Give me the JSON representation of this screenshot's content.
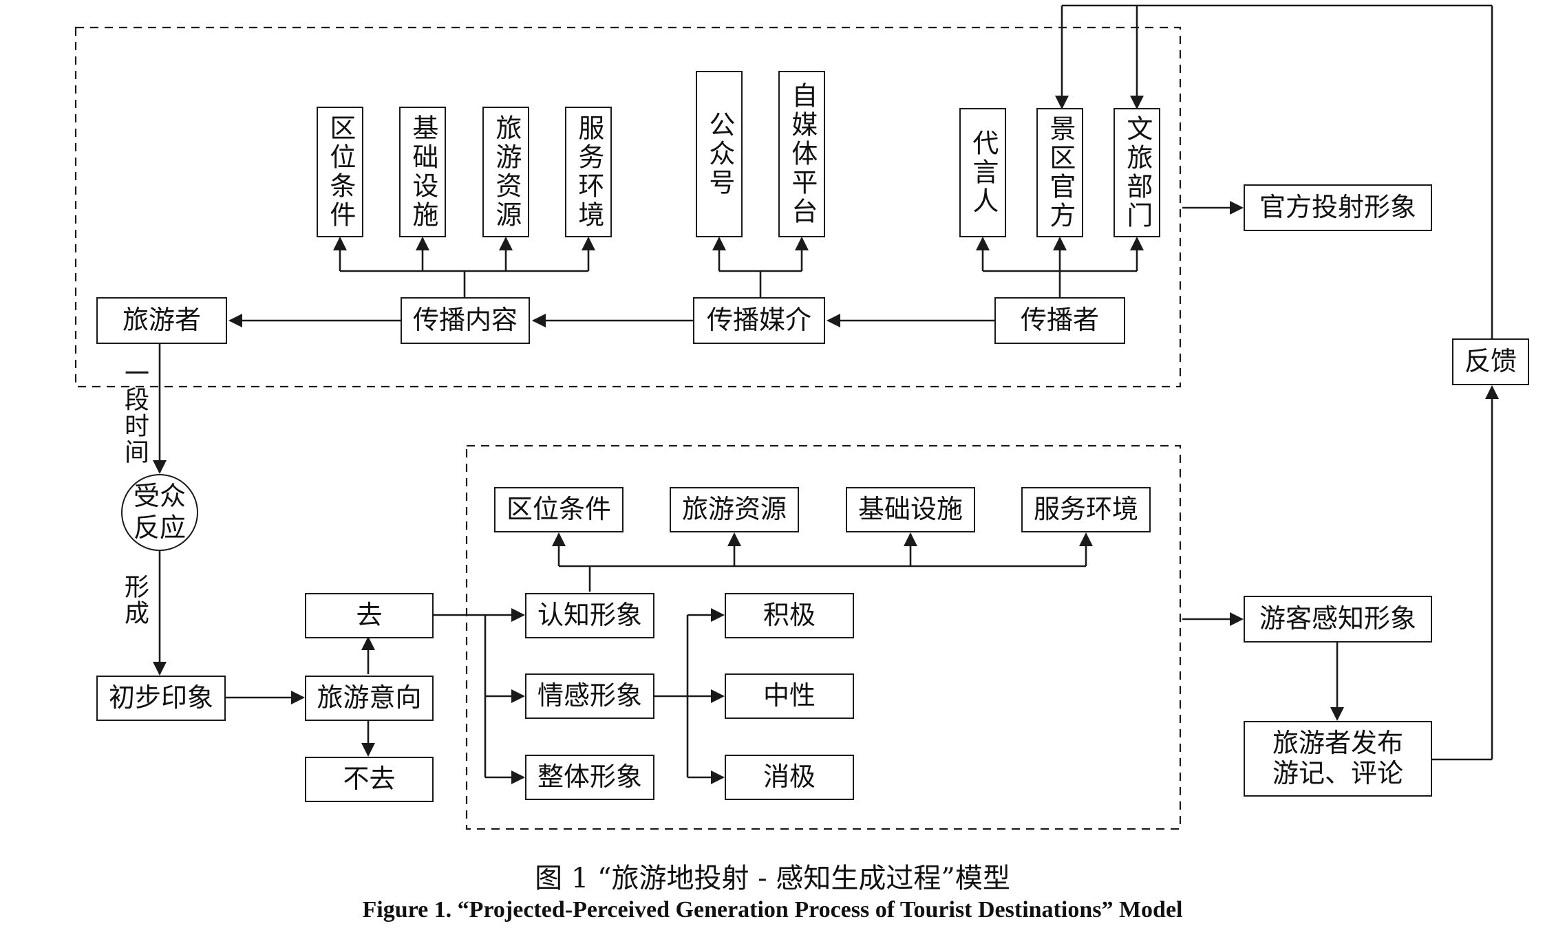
{
  "top": {
    "propagation_content_items": [
      "区位条件",
      "基础设施",
      "旅游资源",
      "服务环境"
    ],
    "media_items": [
      "公众号",
      "自媒体平台"
    ],
    "communicator_items": [
      "代言人",
      "景区官方",
      "文旅部门"
    ],
    "tourist": "旅游者",
    "propagation_content": "传播内容",
    "propagation_media": "传播媒介",
    "communicator": "传播者",
    "official_image": "官方投射形象"
  },
  "flow": {
    "time_label": "一段时间",
    "audience_response": "受众反应",
    "form_label": "形成",
    "initial_impression": "初步印象",
    "travel_intention": "旅游意向",
    "go": "去",
    "not_go": "不去"
  },
  "bottom": {
    "cognitive_items": [
      "区位条件",
      "旅游资源",
      "基础设施",
      "服务环境"
    ],
    "cognitive_image": "认知形象",
    "affective_image": "情感形象",
    "overall_image": "整体形象",
    "positive": "积极",
    "neutral": "中性",
    "negative": "消极",
    "perceived_image": "游客感知形象"
  },
  "right": {
    "publish": "旅游者发布游记、评论",
    "feedback": "反馈"
  },
  "caption": {
    "zh": "图 1 “旅游地投射 - 感知生成过程”模型",
    "en": "Figure 1.    “Projected-Perceived Generation Process of Tourist Destinations” Model"
  }
}
